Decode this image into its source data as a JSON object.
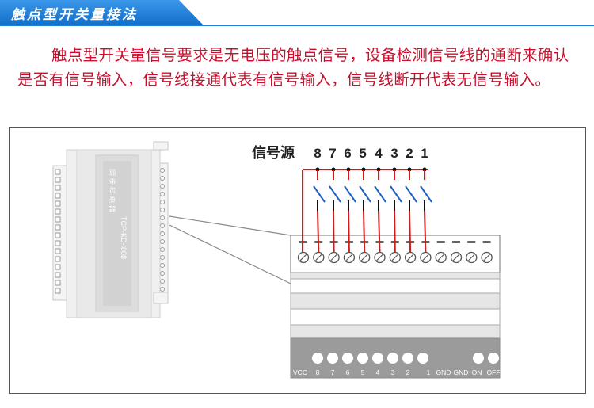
{
  "header": {
    "title": "触点型开关量接法",
    "color": "#1e7fd6"
  },
  "description": "触点型开关量信号要求是无电压的触点信号，设备检测信号线的通断来确认是否有信号输入，信号线接通代表有信号输入，信号线断开代表无信号输入。",
  "diagram": {
    "signal_source_label": "信号源",
    "channel_numbers": [
      "8",
      "7",
      "6",
      "5",
      "4",
      "3",
      "2",
      "1"
    ],
    "device_labels": [
      "同",
      "步",
      "科",
      "电",
      "器",
      "TCP-KD-I808"
    ],
    "terminal_labels": [
      "VCC",
      "8",
      "7",
      "6",
      "5",
      "4",
      "3",
      "2",
      "1",
      "GND",
      "GND",
      "ON",
      "OFF"
    ],
    "wire_color": "#d11a1a",
    "switch_color": "#1f5fbf"
  }
}
